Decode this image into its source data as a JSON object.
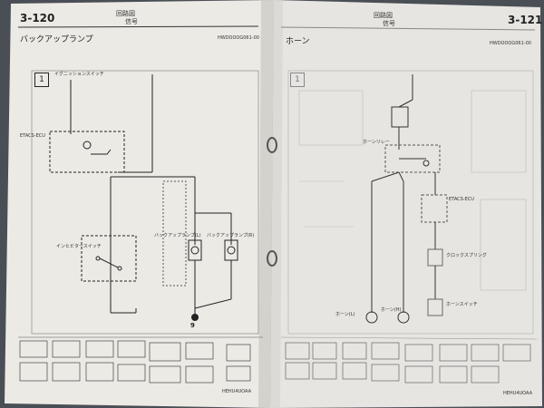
{
  "left_page": {
    "page_number": "3-120",
    "header_top": "回路図",
    "header_sub": "信号",
    "section_title": "バックアップランプ",
    "code": "HWDOOOG061-00",
    "diagram_number": "1",
    "ignition_label": "イグニッションスイッチ",
    "etacs_label": "ETACS-ECU",
    "lamp_left_label": "バックアップランプ(L)",
    "lamp_right_label": "バックアップランプ(R)",
    "inhibitor_label": "インヒビタースイッチ",
    "ground_mark": "9",
    "footer_code": "HEHU4UOAA"
  },
  "right_page": {
    "page_number": "3-121",
    "header_top": "回路図",
    "header_sub": "信号",
    "section_title": "ホーン",
    "code": "HWDOOOG061-00",
    "diagram_number": "1",
    "relay_label": "ホーンリレー",
    "etacs_label": "ETACS-ECU",
    "clockspring_label": "クロックスプリング",
    "horn_switch_label": "ホーンスイッチ",
    "horn_low_label": "ホーン(L)",
    "horn_high_label": "ホーン(H)",
    "footer_code": "HEHU4UOAA"
  },
  "colors": {
    "background": "#4a4e55",
    "paper_left": "#eceae4",
    "paper_right": "#e6e5e1",
    "ink": "#222222",
    "ink_faded": "#888888"
  }
}
